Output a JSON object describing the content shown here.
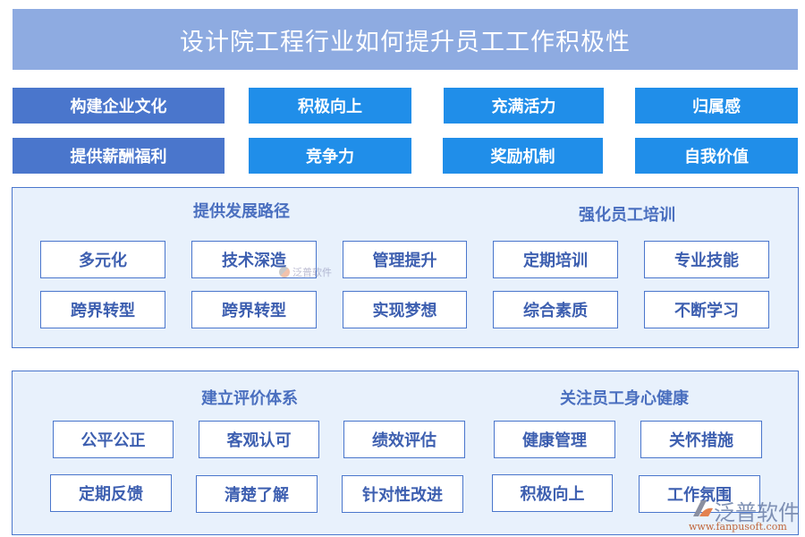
{
  "header": {
    "title": "设计院工程行业如何提升员工工作积极性"
  },
  "top_pills": {
    "row1": [
      "构建企业文化",
      "积极向上",
      "充满活力",
      "归属感"
    ],
    "row2": [
      "提供薪酬福利",
      "竞争力",
      "奖励机制",
      "自我价值"
    ]
  },
  "panel1": {
    "left_title": "提供发展路径",
    "right_title": "强化员工培训",
    "row1": [
      "多元化",
      "技术深造",
      "管理提升",
      "定期培训",
      "专业技能"
    ],
    "row2": [
      "跨界转型",
      "跨界转型",
      "实现梦想",
      "综合素质",
      "不断学习"
    ]
  },
  "panel2": {
    "left_title": "建立评价体系",
    "right_title": "关注员工身心健康",
    "row1": [
      "公平公正",
      "客观认可",
      "绩效评估",
      "健康管理",
      "关怀措施"
    ],
    "row2": [
      "定期反馈",
      "清楚了解",
      "针对性改进",
      "积极向上",
      "工作氛围"
    ]
  },
  "watermark": {
    "small_text": "泛普软件",
    "brand": "泛普软件",
    "url": "www.fanpusoft.com"
  },
  "colors": {
    "title_bg": "#8eabe1",
    "pill_dark": "#4a76cc",
    "pill_light": "#208ee9",
    "panel_bg": "#e8f1fc",
    "border": "#4a76cc",
    "text_blue": "#3d5fb0"
  }
}
